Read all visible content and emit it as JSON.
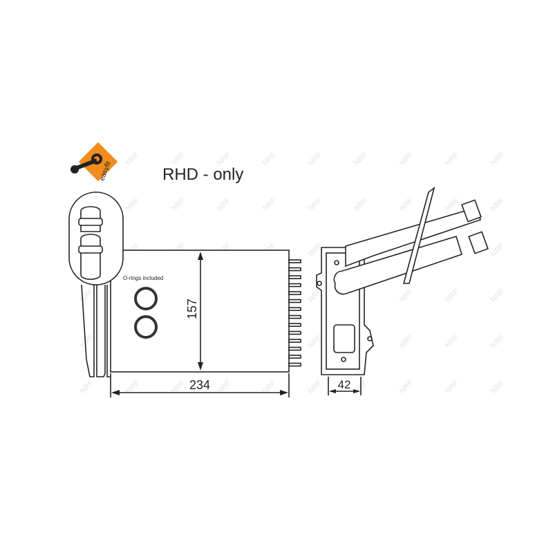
{
  "logo": {
    "text": "easyfit",
    "color": "#f28c1e"
  },
  "title": "RHD - only",
  "note": "O-rings included",
  "dimensions": {
    "height": "157",
    "width": "234",
    "depth": "42"
  },
  "watermark": "NRF"
}
